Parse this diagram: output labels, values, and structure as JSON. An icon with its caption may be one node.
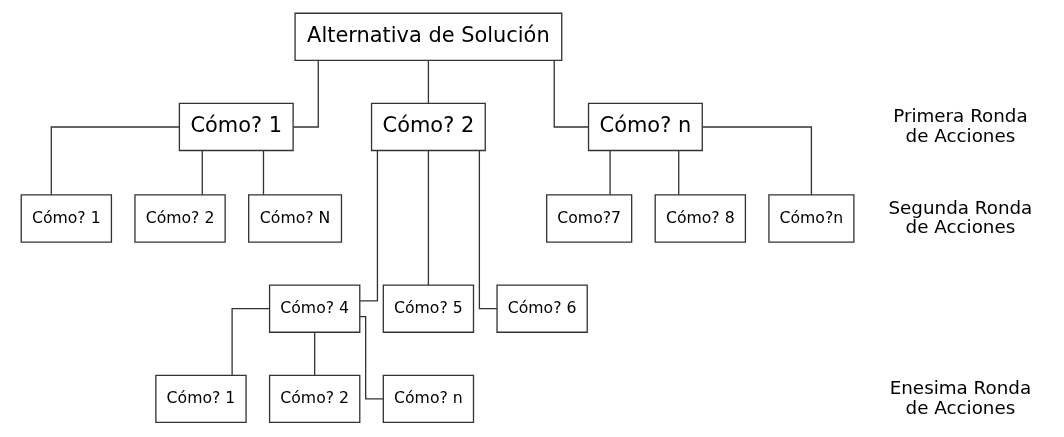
{
  "diagram": {
    "nodes": [
      {
        "text": [
          "Alternativa de Solución"
        ]
      },
      {
        "text": [
          "Cómo? 1"
        ]
      },
      {
        "text": [
          "Cómo? 2"
        ]
      },
      {
        "text": [
          "Cómo? n"
        ]
      },
      {
        "text": [
          "Cómo? 1"
        ]
      },
      {
        "text": [
          "Cómo? 2"
        ]
      },
      {
        "text": [
          "Cómo? N"
        ]
      },
      {
        "text": [
          "Cómo? 4"
        ]
      },
      {
        "text": [
          "Cómo? 5"
        ]
      },
      {
        "text": [
          "Cómo? 6"
        ]
      },
      {
        "text": [
          "Como?7"
        ]
      },
      {
        "text": [
          "Cómo? 8"
        ]
      },
      {
        "text": [
          "Cómo?n"
        ]
      },
      {
        "text": [
          "Cómo? 1"
        ]
      },
      {
        "text": [
          "Cómo? 2"
        ]
      },
      {
        "text": [
          "Cómo? n"
        ]
      }
    ],
    "edges": [
      {
        "from": 0,
        "to": 1,
        "arrow": "none"
      },
      {
        "from": 0,
        "to": 2,
        "arrow": "none"
      },
      {
        "from": 0,
        "to": 3,
        "arrow": "none"
      },
      {
        "from": 1,
        "to": 4,
        "arrow": "none"
      },
      {
        "from": 1,
        "to": 5,
        "arrow": "none"
      },
      {
        "from": 1,
        "to": 6,
        "arrow": "none"
      },
      {
        "from": 2,
        "to": 7,
        "arrow": "none"
      },
      {
        "from": 2,
        "to": 8,
        "arrow": "none"
      },
      {
        "from": 2,
        "to": 9,
        "arrow": "none"
      },
      {
        "from": 3,
        "to": 10,
        "arrow": "none"
      },
      {
        "from": 3,
        "to": 11,
        "arrow": "none"
      },
      {
        "from": 3,
        "to": 12,
        "arrow": "none"
      },
      {
        "from": 7,
        "to": 13,
        "arrow": "none"
      },
      {
        "from": 7,
        "to": 14,
        "arrow": "none"
      },
      {
        "from": 7,
        "to": 15,
        "arrow": "none"
      }
    ],
    "labels": [
      "Primera Ronda de Acciones",
      "Segunda Ronda de Acciones",
      "Enesima Ronda de Acciones"
    ]
  }
}
